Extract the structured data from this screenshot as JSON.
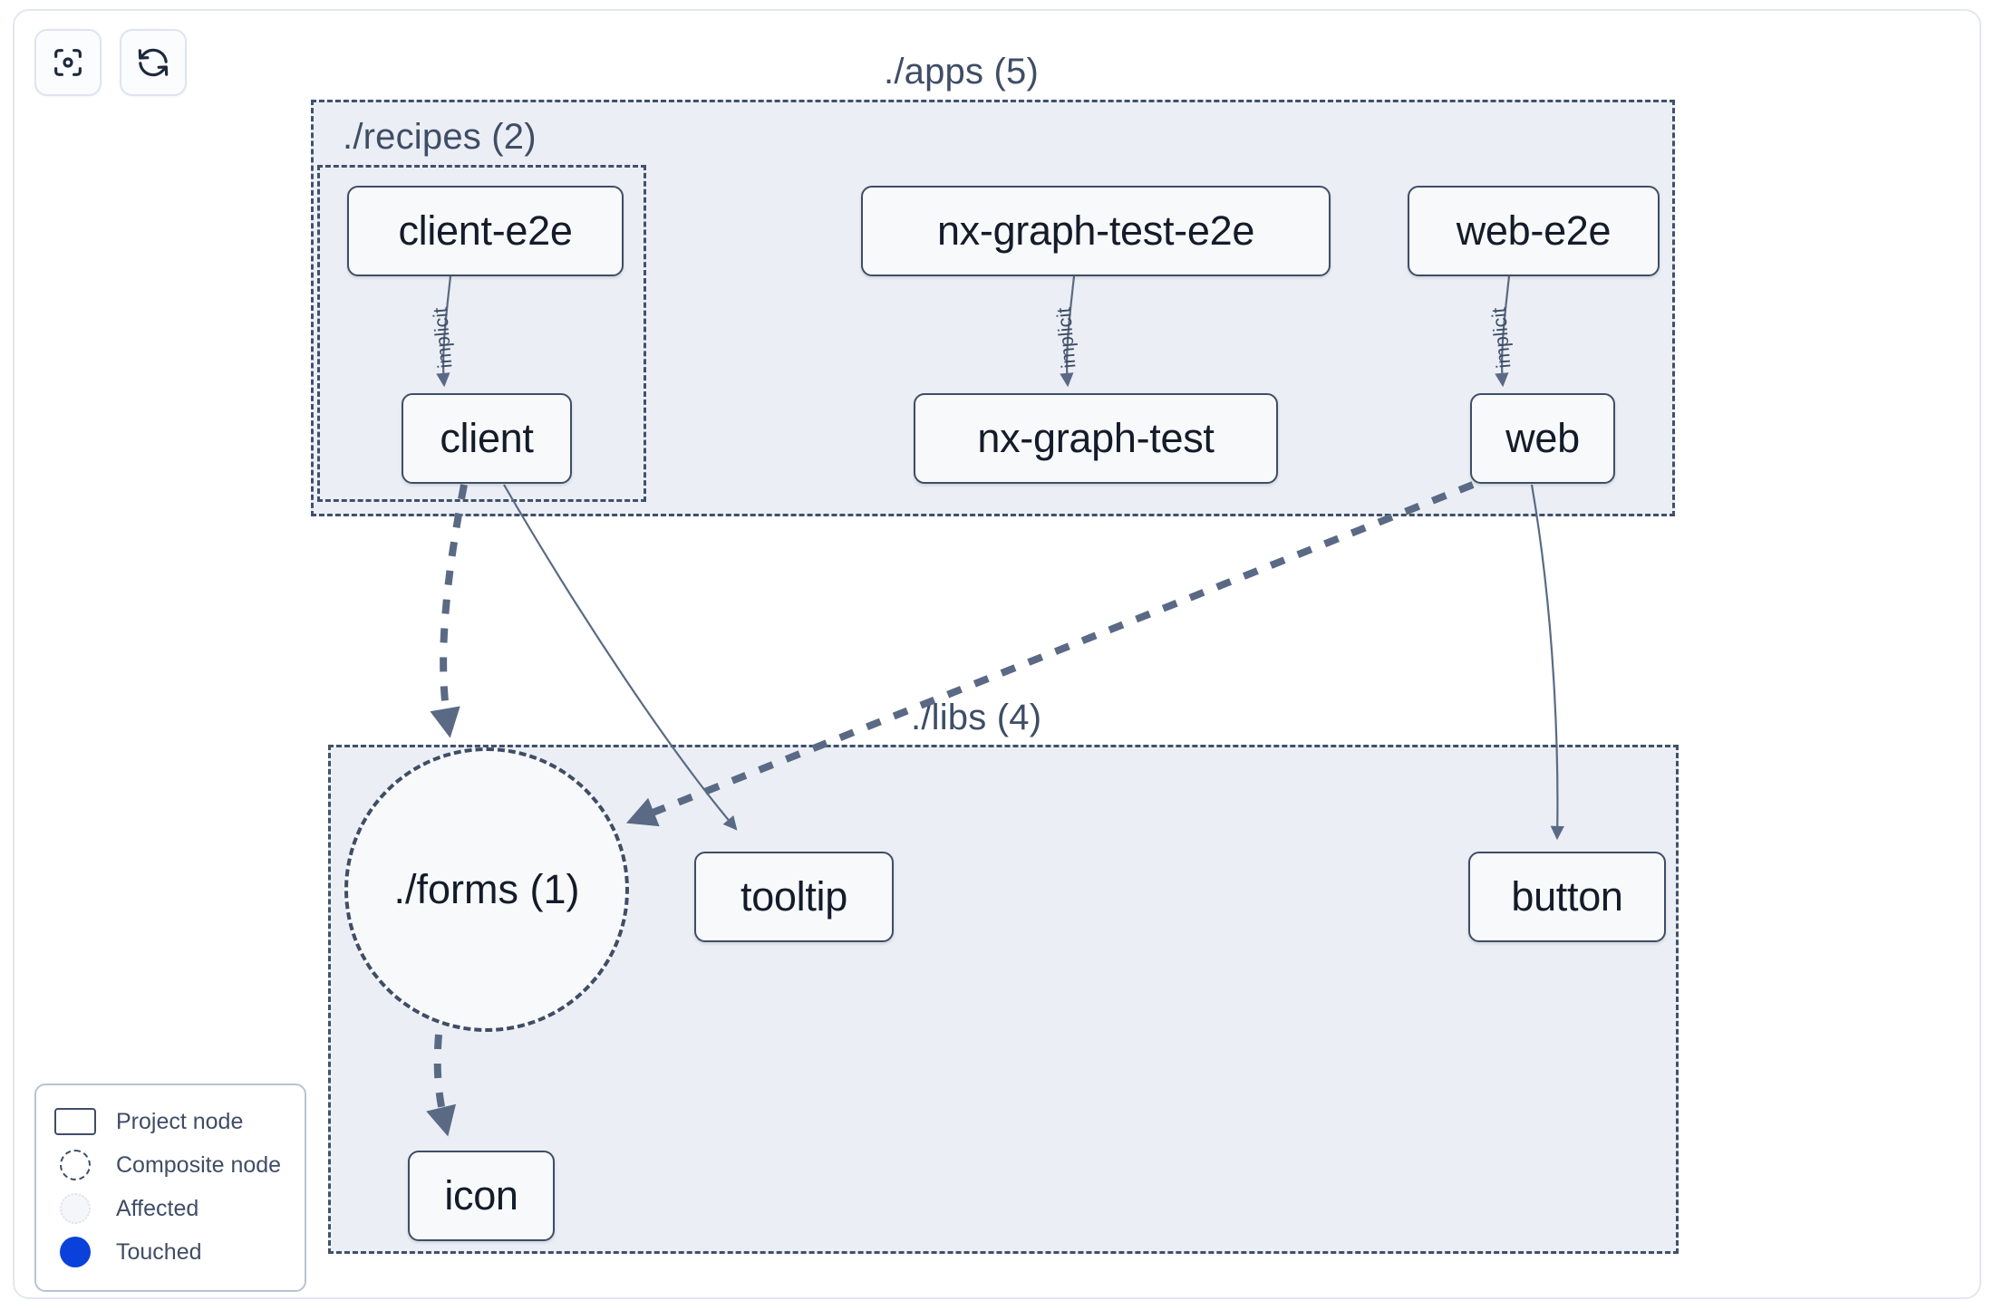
{
  "toolbar": {
    "buttons": [
      {
        "name": "focus-graph-button",
        "icon": "viewfinder-focus-icon",
        "label": ""
      },
      {
        "name": "refresh-graph-button",
        "icon": "refresh-arrow-path-icon",
        "label": ""
      }
    ]
  },
  "groups": [
    {
      "id": "apps",
      "label": "./apps (5)"
    },
    {
      "id": "recipes",
      "label": "./recipes (2)"
    },
    {
      "id": "libs",
      "label": "./libs (4)"
    }
  ],
  "nodes": [
    {
      "id": "client-e2e",
      "label": "client-e2e",
      "type": "project"
    },
    {
      "id": "nx-graph-test-e2e",
      "label": "nx-graph-test-e2e",
      "type": "project"
    },
    {
      "id": "web-e2e",
      "label": "web-e2e",
      "type": "project"
    },
    {
      "id": "client",
      "label": "client",
      "type": "project"
    },
    {
      "id": "nx-graph-test",
      "label": "nx-graph-test",
      "type": "project"
    },
    {
      "id": "web",
      "label": "web",
      "type": "project"
    },
    {
      "id": "forms",
      "label": "./forms (1)",
      "type": "composite"
    },
    {
      "id": "tooltip",
      "label": "tooltip",
      "type": "project"
    },
    {
      "id": "button",
      "label": "button",
      "type": "project"
    },
    {
      "id": "icon",
      "label": "icon",
      "type": "project"
    }
  ],
  "edges": [
    {
      "from": "client-e2e",
      "to": "client",
      "label": "implicit",
      "style": "solid"
    },
    {
      "from": "nx-graph-test-e2e",
      "to": "nx-graph-test",
      "label": "implicit",
      "style": "solid"
    },
    {
      "from": "web-e2e",
      "to": "web",
      "label": "implicit",
      "style": "solid"
    },
    {
      "from": "client",
      "to": "forms",
      "label": "",
      "style": "dashed-thick"
    },
    {
      "from": "client",
      "to": "tooltip",
      "label": "",
      "style": "solid"
    },
    {
      "from": "web",
      "to": "forms",
      "label": "",
      "style": "dashed-thick"
    },
    {
      "from": "web",
      "to": "button",
      "label": "",
      "style": "solid"
    },
    {
      "from": "forms",
      "to": "icon",
      "label": "",
      "style": "dashed-thick"
    }
  ],
  "edge_labels": {
    "client_e2e_implicit": "implicit",
    "nx_graph_test_e2e_implicit": "implicit",
    "web_e2e_implicit": "implicit"
  },
  "legend": {
    "items": [
      {
        "key": "project",
        "label": "Project node"
      },
      {
        "key": "composite",
        "label": "Composite node"
      },
      {
        "key": "affected",
        "label": "Affected"
      },
      {
        "key": "touched",
        "label": "Touched"
      }
    ]
  },
  "colors": {
    "node_border": "#3f4d66",
    "node_fill": "#f7f9fb",
    "group_fill": "#ebeff5",
    "group_border": "#41506b",
    "edge": "#5a6a85",
    "touched": "#0b41db",
    "frame_border": "#e3e7f0",
    "text": "#141b29"
  }
}
